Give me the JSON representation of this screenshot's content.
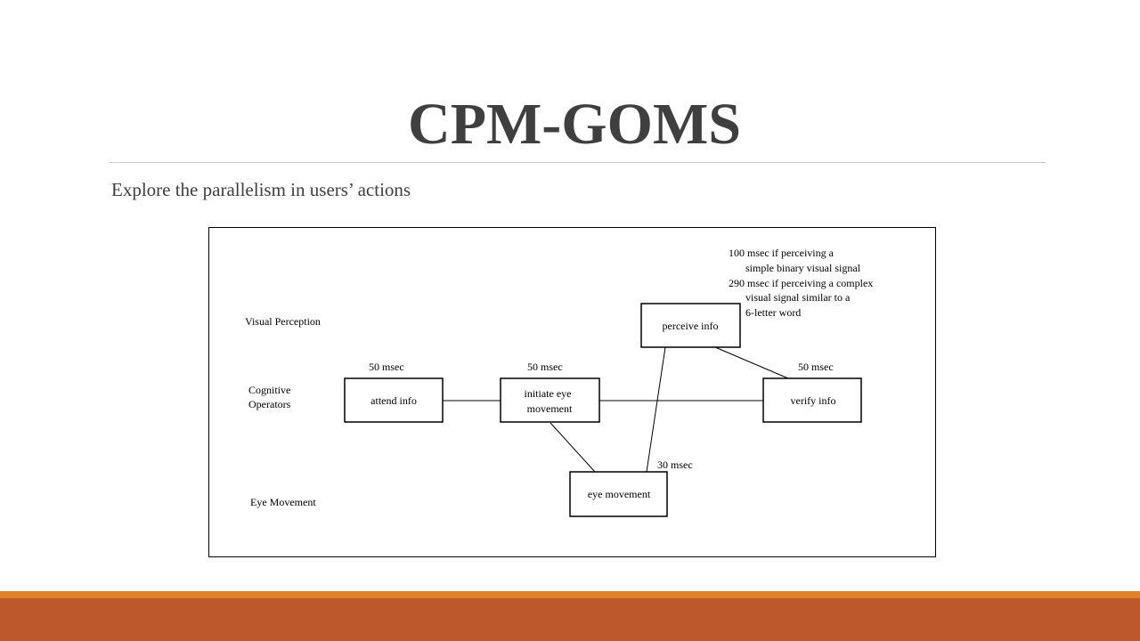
{
  "slide": {
    "title": "CPM-GOMS",
    "subtitle": "Explore the parallelism in users’ actions"
  },
  "diagram": {
    "rows": {
      "visual_perception": "Visual Perception",
      "cognitive_line1": "Cognitive",
      "cognitive_line2": "Operators",
      "eye_movement": "Eye Movement"
    },
    "boxes": {
      "attend_info": "attend info",
      "initiate_eye_line1": "initiate eye",
      "initiate_eye_line2": "movement",
      "verify_info": "verify info",
      "perceive_info": "perceive info",
      "eye_movement": "eye movement"
    },
    "durations": {
      "attend_info": "50 msec",
      "initiate_eye": "50 msec",
      "verify_info": "50 msec",
      "eye_movement": "30 msec"
    },
    "note": [
      "100 msec if perceiving a",
      "simple binary visual signal",
      "290 msec if perceiving a complex",
      "visual signal similar to a",
      "6-letter word"
    ]
  },
  "colors": {
    "title": "#3f3f3f",
    "footer_accent": "#e0822a",
    "footer_bar": "#bd582c"
  }
}
